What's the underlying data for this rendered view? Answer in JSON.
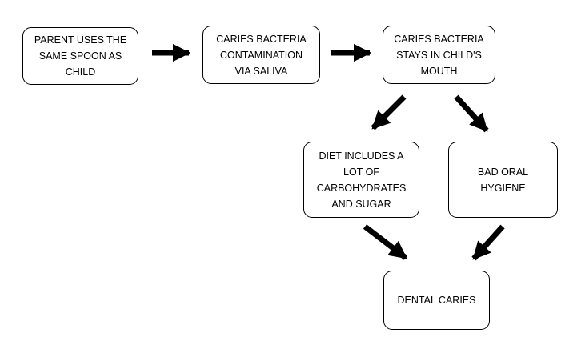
{
  "nodes": {
    "parent_spoon": {
      "lines": [
        "PARENT USES THE",
        "SAME SPOON AS",
        "CHILD"
      ]
    },
    "contamination": {
      "lines": [
        "CARIES BACTERIA",
        "CONTAMINATION",
        "VIA SALIVA"
      ]
    },
    "bacteria_stays": {
      "lines": [
        "CARIES BACTERIA",
        "STAYS IN CHILD'S",
        "MOUTH"
      ]
    },
    "diet": {
      "lines": [
        "DIET INCLUDES A",
        "LOT OF",
        "CARBOHYDRATES",
        "AND SUGAR"
      ]
    },
    "hygiene": {
      "lines": [
        "BAD ORAL",
        "HYGIENE"
      ]
    },
    "caries": {
      "lines": [
        "DENTAL CARIES"
      ]
    }
  },
  "edges": [
    {
      "from": "parent_spoon",
      "to": "contamination"
    },
    {
      "from": "contamination",
      "to": "bacteria_stays"
    },
    {
      "from": "bacteria_stays",
      "to": "diet"
    },
    {
      "from": "bacteria_stays",
      "to": "hygiene"
    },
    {
      "from": "diet",
      "to": "caries"
    },
    {
      "from": "hygiene",
      "to": "caries"
    }
  ],
  "colors": {
    "stroke": "#000000",
    "fill": "#ffffff",
    "arrow": "#000000"
  }
}
